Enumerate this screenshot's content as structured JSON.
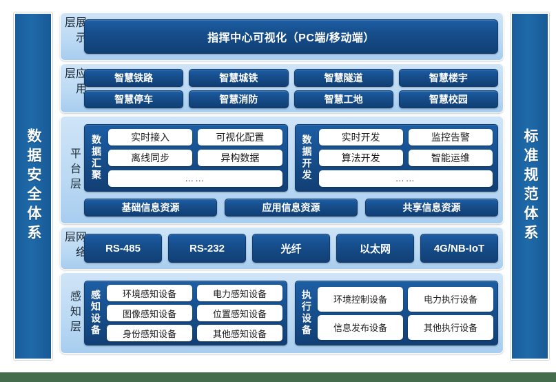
{
  "meta": {
    "background_color": "#456c4c",
    "page_color": "#ffffff",
    "accent_dark": "#164e8c",
    "accent_light": "#bcdaf4",
    "side_bar_color": "#1e6aa9"
  },
  "side_bars": {
    "left": {
      "label": "数据安全体系"
    },
    "right": {
      "label": "标准规范体系"
    }
  },
  "layers": {
    "display": {
      "label": "展示层",
      "banner": "指挥中心可视化（PC端/移动端）"
    },
    "application": {
      "label": "应用层",
      "rows": [
        [
          "智慧铁路",
          "智慧城铁",
          "智慧隧道",
          "智慧楼宇"
        ],
        [
          "智慧停车",
          "智慧消防",
          "智慧工地",
          "智慧校园"
        ]
      ]
    },
    "platform": {
      "label": "平台层",
      "groups": [
        {
          "label": "数据汇聚",
          "rows": [
            [
              "实时接入",
              "可视化配置"
            ],
            [
              "离线同步",
              "异构数据"
            ]
          ],
          "more": "……"
        },
        {
          "label": "数据开发",
          "rows": [
            [
              "实时开发",
              "监控告警"
            ],
            [
              "算法开发",
              "智能运维"
            ]
          ],
          "more": "……"
        }
      ],
      "resources": [
        "基础信息资源",
        "应用信息资源",
        "共享信息资源"
      ]
    },
    "network": {
      "label": "网络层",
      "items": [
        "RS-485",
        "RS-232",
        "光纤",
        "以太网",
        "4G/NB-IoT"
      ]
    },
    "perception": {
      "label": "感知层",
      "groups": [
        {
          "label": "感知设备",
          "rows": [
            [
              "环境感知设备",
              "电力感知设备"
            ],
            [
              "图像感知设备",
              "位置感知设备"
            ],
            [
              "身份感知设备",
              "其他感知设备"
            ]
          ]
        },
        {
          "label": "执行设备",
          "rows": [
            [
              "环境控制设备",
              "电力执行设备"
            ],
            [
              "信息发布设备",
              "其他执行设备"
            ]
          ]
        }
      ]
    }
  }
}
